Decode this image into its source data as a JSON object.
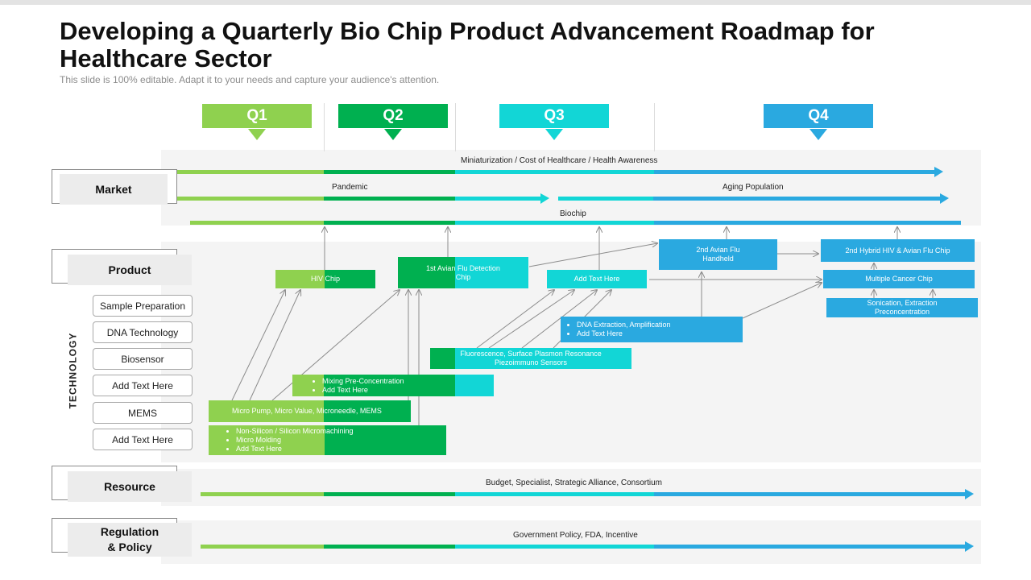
{
  "title": "Developing a Quarterly Bio Chip Product Advancement Roadmap for Healthcare Sector",
  "subtitle": "This slide is 100% editable. Adapt it to your needs and capture your audience's attention.",
  "colors": {
    "q1": "#8fd14f",
    "q2": "#00b050",
    "q3": "#12d6d6",
    "q4": "#2aa9e0",
    "arrow": "#8c8c8c"
  },
  "quarters": [
    "Q1",
    "Q2",
    "Q3",
    "Q4"
  ],
  "categories": {
    "market": "Market",
    "product": "Product",
    "resource": "Resource",
    "regulation_line1": "Regulation",
    "regulation_line2": "& Policy",
    "technology": "TECHNOLOGY"
  },
  "technology_items": [
    "Sample Preparation",
    "DNA Technology",
    "Biosensor",
    "Add Text Here",
    "MEMS",
    "Add Text Here"
  ],
  "market_lines": {
    "trend": "Miniaturization / Cost of Healthcare / Health Awareness",
    "pandemic": "Pandemic",
    "aging": "Aging Population",
    "biochip": "Biochip"
  },
  "product_boxes": {
    "hiv_chip": "HIV Chip",
    "avian_detection": "1st Avian Flu Detection Chip",
    "add_text": "Add Text Here",
    "avian_handheld": "2nd Avian Flu Handheld",
    "hybrid_chip": "2nd Hybrid HIV & Avian Flu Chip",
    "multiple_cancer": "Multiple Cancer Chip"
  },
  "tech_boxes": {
    "sonication": "Sonication, Extraction Preconcentration",
    "dna_extraction": [
      "DNA Extraction, Amplification",
      "Add Text Here"
    ],
    "fluorescence": "Fluorescence, Surface Plasmon Resonance Piezoimmuno Sensors",
    "mixing": [
      "Mixing Pre-Concentration",
      "Add Text Here"
    ],
    "micro_pump": "Micro Pump, Micro Value, Microneedle, MEMS",
    "non_silicon": [
      "Non-Silicon / Silicon Micromachining",
      "Micro Molding",
      "Add Text Here"
    ]
  },
  "resource_text": "Budget, Specialist, Strategic Alliance, Consortium",
  "regulation_text": "Government Policy, FDA, Incentive"
}
